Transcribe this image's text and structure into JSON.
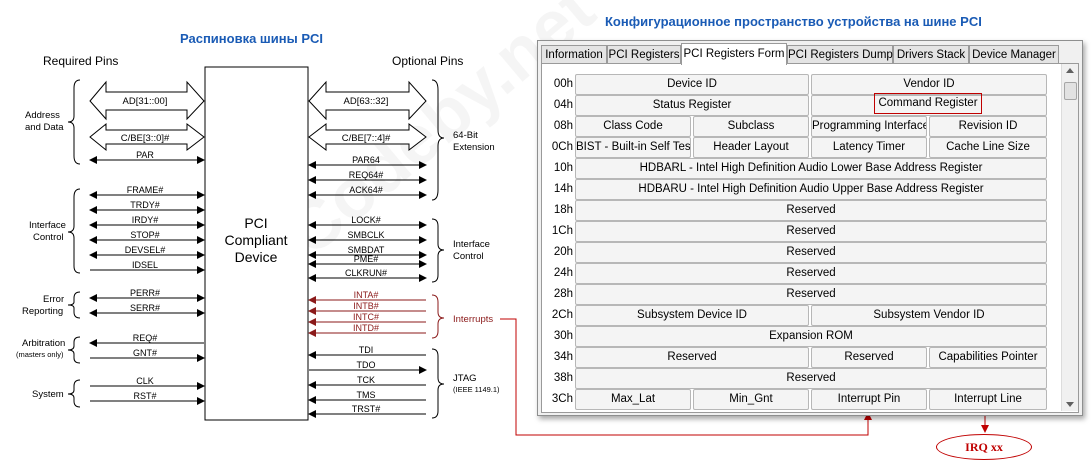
{
  "left_title": "Распиновка шины PCI",
  "right_title": "Конфигурационное пространство устройства на шине PCI",
  "watermark": "Codeby.net",
  "pinout": {
    "required_label": "Required Pins",
    "optional_label": "Optional Pins",
    "device_lines": [
      "PCI",
      "Compliant",
      "Device"
    ],
    "left_groups": [
      "Address and Data",
      "Interface Control",
      "Error Reporting",
      "Arbitration",
      "(masters only)",
      "System"
    ],
    "right_groups": [
      "64-Bit Extension",
      "Interface Control",
      "Interrupts",
      "JTAG",
      "(IEEE 1149.1)"
    ],
    "left_signals": [
      "AD[31::00]",
      "C/BE[3::0]#",
      "PAR",
      "FRAME#",
      "TRDY#",
      "IRDY#",
      "STOP#",
      "DEVSEL#",
      "IDSEL",
      "PERR#",
      "SERR#",
      "REQ#",
      "GNT#",
      "CLK",
      "RST#"
    ],
    "right_signals": [
      "AD[63::32]",
      "C/BE[7::4]#",
      "PAR64",
      "REQ64#",
      "ACK64#",
      "LOCK#",
      "SMBCLK",
      "SMBDAT",
      "PME#",
      "CLKRUN#",
      "INTA#",
      "INTB#",
      "INTC#",
      "INTD#",
      "TDI",
      "TDO",
      "TCK",
      "TMS",
      "TRST#"
    ],
    "colors": {
      "line": "#000000",
      "interrupt": "#8b1a1a",
      "callout": "#c00000"
    }
  },
  "window": {
    "tabs": [
      "Information",
      "PCI Registers",
      "PCI Registers Form",
      "PCI Registers Dump",
      "Drivers Stack",
      "Device Manager"
    ],
    "active_tab": "PCI Registers Form",
    "rows": [
      {
        "offset": "00h",
        "cells": [
          "Device ID",
          "Vendor ID"
        ]
      },
      {
        "offset": "04h",
        "cells": [
          "Status Register",
          "Command Register"
        ]
      },
      {
        "offset": "08h",
        "cells": [
          "Class Code",
          "Subclass",
          "Programming Interface",
          "Revision ID"
        ]
      },
      {
        "offset": "0Ch",
        "cells": [
          "BIST - Built-in Self Test",
          "Header Layout",
          "Latency Timer",
          "Cache Line Size"
        ]
      },
      {
        "offset": "10h",
        "cells": [
          "HDBARL - Intel High Definition Audio Lower Base Address Register"
        ]
      },
      {
        "offset": "14h",
        "cells": [
          "HDBARU - Intel High Definition Audio Upper Base Address Register"
        ]
      },
      {
        "offset": "18h",
        "cells": [
          "Reserved"
        ]
      },
      {
        "offset": "1Ch",
        "cells": [
          "Reserved"
        ]
      },
      {
        "offset": "20h",
        "cells": [
          "Reserved"
        ]
      },
      {
        "offset": "24h",
        "cells": [
          "Reserved"
        ]
      },
      {
        "offset": "28h",
        "cells": [
          "Reserved"
        ]
      },
      {
        "offset": "2Ch",
        "cells": [
          "Subsystem Device ID",
          "Subsystem Vendor ID"
        ]
      },
      {
        "offset": "30h",
        "cells": [
          "Expansion ROM"
        ]
      },
      {
        "offset": "34h",
        "cells": [
          "Reserved",
          "Reserved",
          "Capabilities Pointer"
        ]
      },
      {
        "offset": "38h",
        "cells": [
          "Reserved"
        ]
      },
      {
        "offset": "3Ch",
        "cells": [
          "Max_Lat",
          "Min_Gnt",
          "Interrupt Pin",
          "Interrupt Line"
        ]
      }
    ],
    "highlighted": "Command Register"
  },
  "irq_label": "IRQ xx"
}
